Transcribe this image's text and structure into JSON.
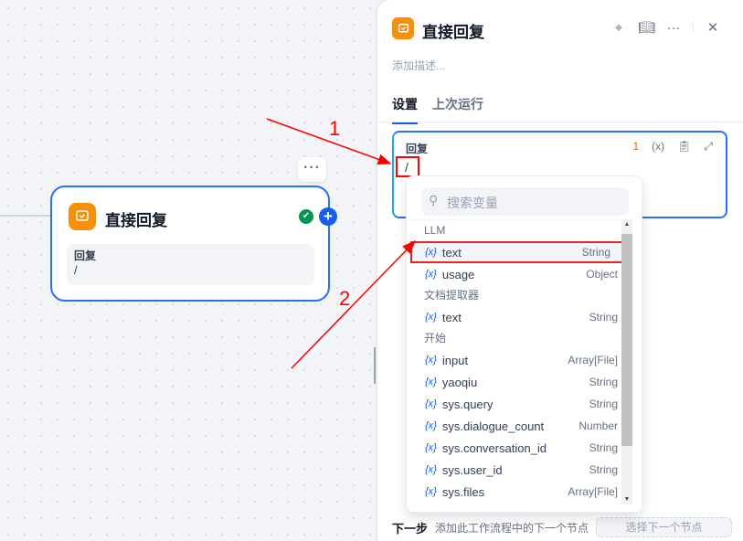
{
  "canvas": {
    "node": {
      "title": "直接回复",
      "field_label": "回复",
      "field_value": "/"
    }
  },
  "panel": {
    "title": "直接回复",
    "description_placeholder": "添加描述...",
    "tabs": [
      {
        "label": "设置",
        "active": true
      },
      {
        "label": "上次运行",
        "active": false
      }
    ],
    "editor": {
      "label": "回复",
      "value": "/",
      "line_count": "1",
      "var_icon": "(x)"
    },
    "next_step": {
      "title": "下一步",
      "description": "添加此工作流程中的下一个节点",
      "select_label": "选择下一个节点"
    }
  },
  "dropdown": {
    "search_placeholder": "搜索变量",
    "groups": [
      {
        "name": "LLM",
        "items": [
          {
            "name": "text",
            "type": "String",
            "selected": true
          },
          {
            "name": "usage",
            "type": "Object"
          }
        ]
      },
      {
        "name": "文档提取器",
        "items": [
          {
            "name": "text",
            "type": "String"
          }
        ]
      },
      {
        "name": "开始",
        "items": [
          {
            "name": "input",
            "type": "Array[File]"
          },
          {
            "name": "yaoqiu",
            "type": "String"
          },
          {
            "name": "sys.query",
            "type": "String"
          },
          {
            "name": "sys.dialogue_count",
            "type": "Number"
          },
          {
            "name": "sys.conversation_id",
            "type": "String"
          },
          {
            "name": "sys.user_id",
            "type": "String"
          },
          {
            "name": "sys.files",
            "type": "Array[File]"
          }
        ]
      }
    ]
  },
  "annotations": {
    "step1": "1",
    "step2": "2"
  },
  "colors": {
    "accent": "#155eef",
    "node_icon": "#f79009",
    "annotation": "#ff0000"
  }
}
